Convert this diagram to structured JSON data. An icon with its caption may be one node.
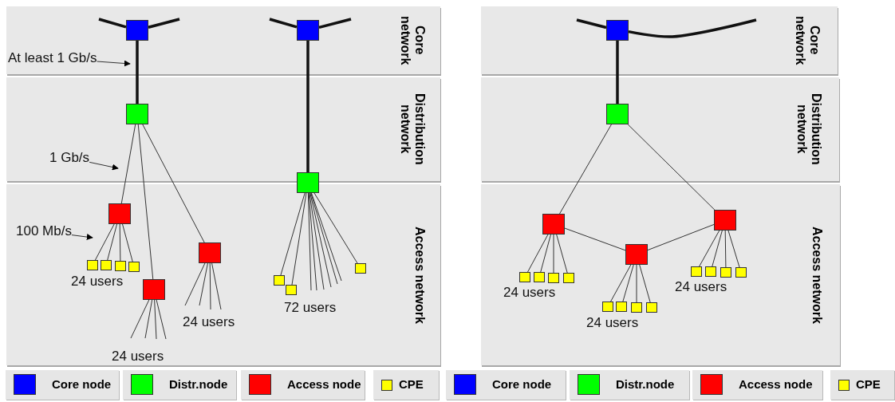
{
  "diagram": {
    "nodes": [
      {
        "text": [
          "Core network"
        ]
      },
      {
        "text": [],
        "shape": "box",
        "in": 0
      },
      {
        "text": [],
        "shape": "box",
        "in": 0
      },
      {
        "text": [
          "At least 1 Gb/s"
        ],
        "in": 0
      },
      {
        "text": [
          "Distribution network"
        ]
      },
      {
        "text": [],
        "shape": "box",
        "in": 4
      },
      {
        "text": [
          "1 Gb/s"
        ],
        "in": 4
      },
      {
        "text": [],
        "shape": "box"
      },
      {
        "text": [
          "Access network"
        ]
      },
      {
        "text": [
          "100 Mb/s"
        ],
        "in": 8
      },
      {
        "text": [],
        "shape": "box",
        "in": 8
      },
      {
        "text": [],
        "shape": "box",
        "in": 8
      },
      {
        "text": [],
        "shape": "box",
        "in": 8
      },
      {
        "text": [],
        "shape": "box",
        "in": 8
      },
      {
        "text": [],
        "shape": "box",
        "in": 8
      },
      {
        "text": [],
        "shape": "box",
        "in": 8
      },
      {
        "text": [],
        "shape": "box",
        "in": 8
      },
      {
        "text": [],
        "shape": "box",
        "in": 8
      },
      {
        "text": [],
        "shape": "box",
        "in": 8
      },
      {
        "text": [],
        "shape": "box",
        "in": 8
      },
      {
        "text": [
          "Core network"
        ]
      },
      {
        "text": [],
        "shape": "box",
        "in": 20
      },
      {
        "text": [
          "Distribution network"
        ]
      },
      {
        "text": [],
        "shape": "box",
        "in": 22
      },
      {
        "text": [
          "Access network"
        ]
      },
      {
        "text": [],
        "shape": "box",
        "in": 24
      },
      {
        "text": [],
        "shape": "box",
        "in": 24
      },
      {
        "text": [],
        "shape": "box",
        "in": 24
      },
      {
        "text": [],
        "shape": "box",
        "in": 24
      },
      {
        "text": [],
        "shape": "box",
        "in": 24
      },
      {
        "text": [],
        "shape": "box",
        "in": 24
      },
      {
        "text": [],
        "shape": "box",
        "in": 24
      },
      {
        "text": [],
        "shape": "box",
        "in": 24
      },
      {
        "text": [],
        "shape": "box",
        "in": 24
      },
      {
        "text": [],
        "shape": "box",
        "in": 24
      },
      {
        "text": [],
        "shape": "box",
        "in": 24
      },
      {
        "text": [],
        "shape": "box",
        "in": 24
      },
      {
        "text": [],
        "shape": "box",
        "in": 24
      },
      {
        "text": [],
        "shape": "box",
        "in": 24
      },
      {
        "text": [],
        "shape": "box",
        "in": 24
      }
    ],
    "edges": [
      {
        "from": 1,
        "to": null,
        "arrow": "none",
        "style": "thick"
      },
      {
        "from": 1,
        "to": null,
        "arrow": "none",
        "style": "thick"
      },
      {
        "from": 1,
        "to": 5,
        "arrow": "none",
        "style": "thick"
      },
      {
        "from": 2,
        "to": null,
        "arrow": "none",
        "style": "thick"
      },
      {
        "from": 2,
        "to": null,
        "arrow": "none",
        "style": "thick"
      },
      {
        "from": 2,
        "to": 7,
        "arrow": "none",
        "style": "thick"
      },
      {
        "from": 3,
        "to": null,
        "arrow": "to"
      },
      {
        "from": 5,
        "to": 10,
        "arrow": "none"
      },
      {
        "from": 5,
        "to": 16,
        "arrow": "none"
      },
      {
        "from": 5,
        "to": 15,
        "arrow": "none"
      },
      {
        "from": 6,
        "to": null,
        "arrow": "to"
      },
      {
        "from": 9,
        "to": null,
        "arrow": "to"
      },
      {
        "from": 10,
        "to": 11,
        "arrow": "none"
      },
      {
        "from": 10,
        "to": 12,
        "arrow": "none"
      },
      {
        "from": 10,
        "to": 13,
        "arrow": "none"
      },
      {
        "from": 10,
        "to": 14,
        "arrow": "none"
      },
      {
        "from": 16,
        "to": null,
        "arrow": "none"
      },
      {
        "from": 16,
        "to": null,
        "arrow": "none"
      },
      {
        "from": 16,
        "to": null,
        "arrow": "none"
      },
      {
        "from": 16,
        "to": null,
        "arrow": "none"
      },
      {
        "from": 15,
        "to": null,
        "arrow": "none"
      },
      {
        "from": 15,
        "to": null,
        "arrow": "none"
      },
      {
        "from": 15,
        "to": null,
        "arrow": "none"
      },
      {
        "from": 15,
        "to": null,
        "arrow": "none"
      },
      {
        "from": 7,
        "to": 17,
        "arrow": "none"
      },
      {
        "from": 7,
        "to": 18,
        "arrow": "none"
      },
      {
        "from": 7,
        "to": null,
        "arrow": "none"
      },
      {
        "from": 7,
        "to": null,
        "arrow": "none"
      },
      {
        "from": 7,
        "to": null,
        "arrow": "none"
      },
      {
        "from": 7,
        "to": null,
        "arrow": "none"
      },
      {
        "from": 7,
        "to": null,
        "arrow": "none"
      },
      {
        "from": 7,
        "to": null,
        "arrow": "none"
      },
      {
        "from": 7,
        "to": 19,
        "arrow": "none"
      },
      {
        "from": 21,
        "to": null,
        "arrow": "none",
        "style": "thick"
      },
      {
        "from": 21,
        "to": null,
        "arrow": "none",
        "style": "thick"
      },
      {
        "from": 21,
        "to": 23,
        "arrow": "none",
        "style": "thick"
      },
      {
        "from": 23,
        "to": 25,
        "arrow": "none"
      },
      {
        "from": 23,
        "to": 26,
        "arrow": "none"
      },
      {
        "from": 25,
        "to": 27,
        "arrow": "none"
      },
      {
        "from": 27,
        "to": 26,
        "arrow": "none"
      },
      {
        "from": 25,
        "to": 28,
        "arrow": "none"
      },
      {
        "from": 25,
        "to": 29,
        "arrow": "none"
      },
      {
        "from": 25,
        "to": 30,
        "arrow": "none"
      },
      {
        "from": 25,
        "to": 31,
        "arrow": "none"
      },
      {
        "from": 27,
        "to": 32,
        "arrow": "none"
      },
      {
        "from": 27,
        "to": 33,
        "arrow": "none"
      },
      {
        "from": 27,
        "to": 34,
        "arrow": "none"
      },
      {
        "from": 27,
        "to": 35,
        "arrow": "none"
      },
      {
        "from": 26,
        "to": 36,
        "arrow": "none"
      },
      {
        "from": 26,
        "to": 37,
        "arrow": "none"
      },
      {
        "from": 26,
        "to": 38,
        "arrow": "none"
      },
      {
        "from": 26,
        "to": 39,
        "arrow": "none"
      }
    ],
    "labels": [
      "24 users",
      "24 users",
      "24 users",
      "72 users",
      "24 users",
      "24 users",
      "24 users"
    ],
    "legend": [
      {
        "text": "Core node",
        "color": "#0000ff"
      },
      {
        "text": "Distr.node",
        "color": "#00ff00"
      },
      {
        "text": "Access node",
        "color": "#ff0000"
      },
      {
        "text": "CPE",
        "color": "#ffff00"
      },
      {
        "text": "Core node",
        "color": "#0000ff"
      },
      {
        "text": "Distr.node",
        "color": "#00ff00"
      },
      {
        "text": "Access node",
        "color": "#ff0000"
      },
      {
        "text": "CPE",
        "color": "#ffff00"
      }
    ]
  }
}
